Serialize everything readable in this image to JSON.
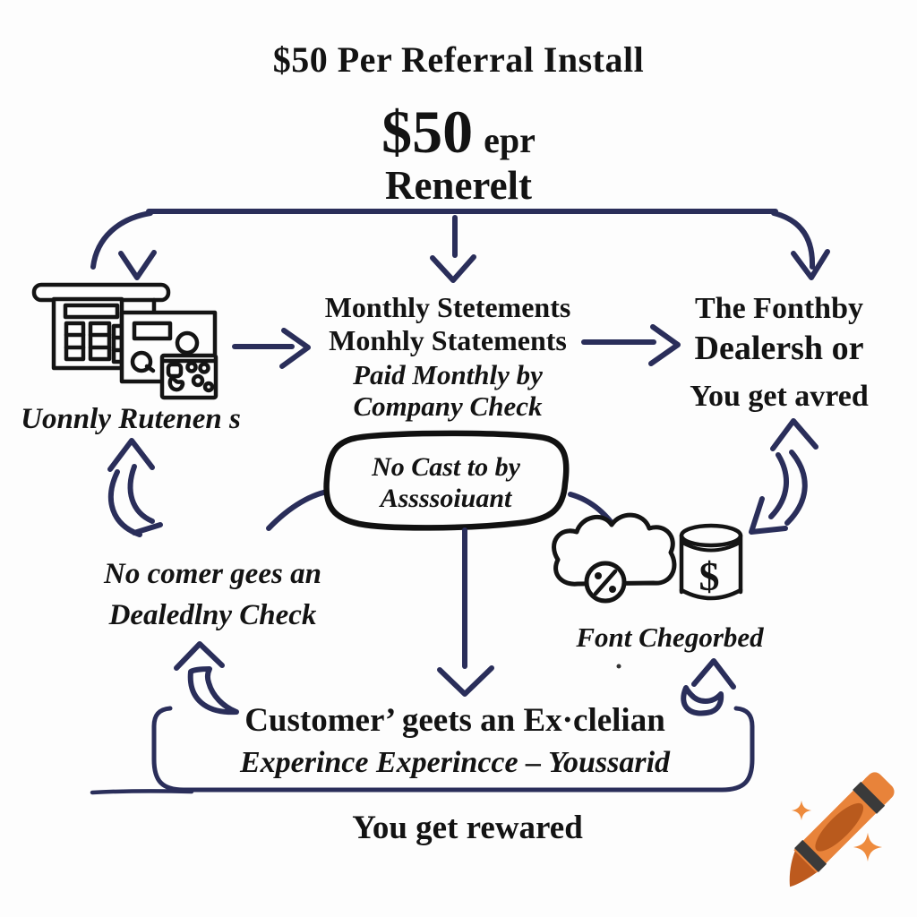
{
  "colors": {
    "background": "#fdfdfd",
    "ink": "#141414",
    "connector_navy": "#2a2e5a",
    "crayon_orange": "#e8833a",
    "crayon_dark_orange": "#bd5a1e",
    "crayon_band": "#3a3a3a",
    "sparkle_orange": "#ee8b3d"
  },
  "header": {
    "title": "$50 Per Referral Install",
    "amount": "$50",
    "amount_suffix": "epr",
    "subtitle": "Renerelt"
  },
  "left_node": {
    "icon": "cash-register-icon",
    "label": "Uonnly Rutenen s"
  },
  "center_node": {
    "line1": "Monthly Stetements",
    "line2": "Monhly Statements",
    "line3": "Paid Monthly by",
    "line4": "Company Check"
  },
  "right_node": {
    "line1": "The Fonthby",
    "line2": "Dealersh or",
    "line3": "You get avred"
  },
  "bubble": {
    "line1": "No Cast to by",
    "line2": "Assssoiuant"
  },
  "left_mid_node": {
    "line1": "No comer gees an",
    "line2": "Dealedlny Check"
  },
  "money_node": {
    "icons": [
      "cloud-percent-icon",
      "money-jar-icon"
    ],
    "jar_symbol": "$",
    "label": "Font Chegorbed"
  },
  "bottom_box": {
    "line1": "Customer’ geets an Ex·clelian",
    "line2": "Experince Experincce – Youssarid"
  },
  "footer": {
    "label": "You get rewared"
  },
  "logo": {
    "name": "crayon-logo"
  }
}
